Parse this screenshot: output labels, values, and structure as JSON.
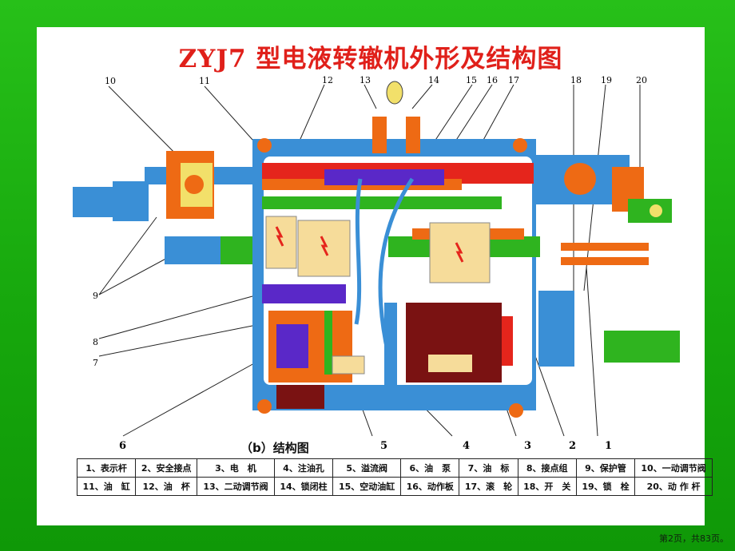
{
  "title": "ZYJ7 型电液转辙机外形及结构图",
  "caption": "（b）结构图",
  "callouts_top": [
    "10",
    "11",
    "12",
    "13",
    "14",
    "15",
    "16",
    "17",
    "18",
    "19",
    "20"
  ],
  "callouts_left": [
    "9",
    "8",
    "7",
    "6"
  ],
  "callouts_bottom": [
    "5",
    "4",
    "3",
    "2",
    "1"
  ],
  "legend_rows": [
    [
      "1、表示杆",
      "2、安全接点",
      "3、电　机",
      "4、注油孔",
      "5、溢流阀",
      "6、油　泵",
      "7、油　标",
      "8、接点组",
      "9、保护管",
      "10、一动调节阀"
    ],
    [
      "11、油　缸",
      "12、油　杯",
      "13、二动调节阀",
      "14、锁闭柱",
      "15、空动油缸",
      "16、动作板",
      "17、滚　轮",
      "18、开　关",
      "19、锁　栓",
      "20、动 作 杆"
    ]
  ],
  "footer": "第2页，共83页。",
  "colors": {
    "title": "#e0201a",
    "blue": "#3a8fd6",
    "orange": "#ee6a14",
    "red": "#e5251c",
    "green": "#2fb41f",
    "purple": "#5a28c8",
    "dark_red": "#7a1212",
    "beige": "#f6dc9a"
  }
}
